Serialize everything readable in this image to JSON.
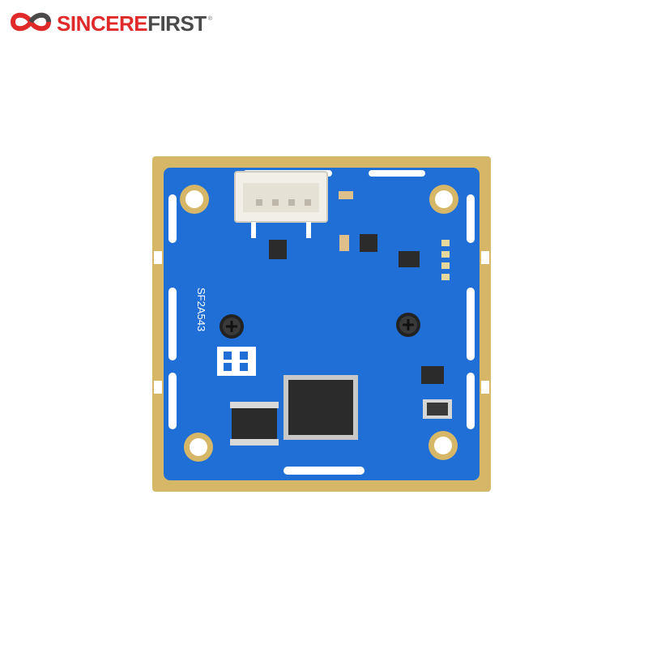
{
  "brand": {
    "name_red": "SINCERE",
    "name_dark": "FIRST",
    "registered_mark": "®",
    "logo_icon": "infinity-loop-icon",
    "colors": {
      "red": "#e02a2a",
      "dark": "#4a4a4a"
    }
  },
  "board": {
    "silkscreen_label": "SF2A543",
    "colors": {
      "pcb": "#1f6fd6",
      "gold": "#d6b767",
      "chip": "#2b2b2b",
      "connector": "#f2efe6"
    }
  }
}
